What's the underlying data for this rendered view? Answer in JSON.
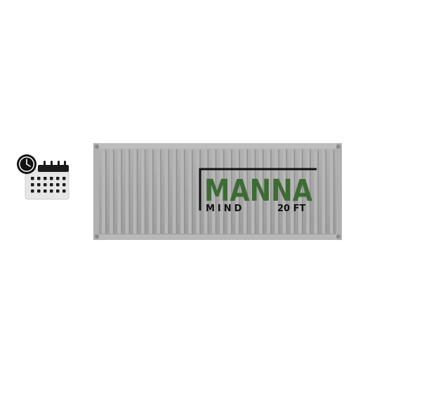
{
  "schedule": {
    "icon": "calendar-clock-icon"
  },
  "container": {
    "icon": "shipping-container",
    "brand": "MANNA",
    "brand_sub": "MIND",
    "size_label": "20 FT",
    "colors": {
      "body": "#a9a9a9",
      "brand": "#3d6b34",
      "text": "#111111"
    }
  }
}
